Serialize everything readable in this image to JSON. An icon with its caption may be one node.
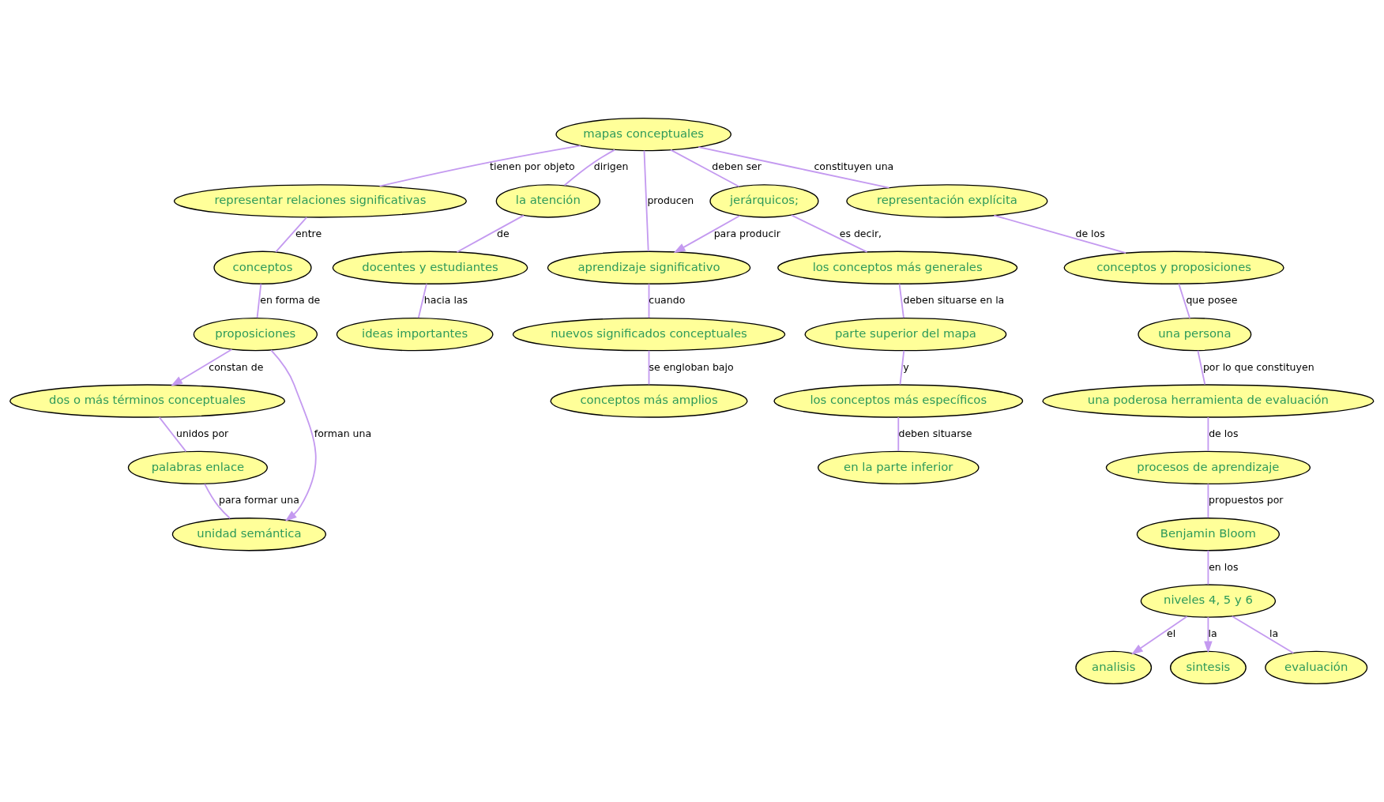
{
  "diagram": {
    "nodes": [
      {
        "text": [
          "mapas conceptuales"
        ]
      },
      {
        "text": [
          "representar relaciones significativas"
        ]
      },
      {
        "text": [
          "la atención"
        ]
      },
      {
        "text": [
          "aprendizaje significativo"
        ]
      },
      {
        "text": [
          "jerárquicos;"
        ]
      },
      {
        "text": [
          "representación explícita"
        ]
      },
      {
        "text": [
          "conceptos"
        ]
      },
      {
        "text": [
          "docentes y estudiantes"
        ]
      },
      {
        "text": [
          "nuevos significados conceptuales"
        ]
      },
      {
        "text": [
          "los conceptos más generales"
        ]
      },
      {
        "text": [
          "conceptos y proposiciones"
        ]
      },
      {
        "text": [
          "ideas importantes"
        ]
      },
      {
        "text": [
          "conceptos más amplios"
        ]
      },
      {
        "text": [
          "parte superior del mapa"
        ]
      },
      {
        "text": [
          "una persona"
        ]
      },
      {
        "text": [
          "proposiciones"
        ]
      },
      {
        "text": [
          "dos o más términos conceptuales"
        ]
      },
      {
        "text": [
          "los conceptos más específicos"
        ]
      },
      {
        "text": [
          "una poderosa herramienta de evaluación"
        ]
      },
      {
        "text": [
          "palabras enlace"
        ]
      },
      {
        "text": [
          "en la parte inferior"
        ]
      },
      {
        "text": [
          "procesos de aprendizaje"
        ]
      },
      {
        "text": [
          "unidad semántica"
        ]
      },
      {
        "text": [
          "Benjamin Bloom"
        ]
      },
      {
        "text": [
          "niveles 4, 5 y 6"
        ]
      },
      {
        "text": [
          "analisis"
        ]
      },
      {
        "text": [
          "sintesis"
        ]
      },
      {
        "text": [
          "evaluación"
        ]
      }
    ],
    "edges": [
      {
        "from": 0,
        "to": 1,
        "arrow": "none",
        "label": "tienen por objeto"
      },
      {
        "from": 0,
        "to": 2,
        "arrow": "none",
        "label": "dirigen"
      },
      {
        "from": 0,
        "to": 3,
        "arrow": "none",
        "label": "producen"
      },
      {
        "from": 0,
        "to": 4,
        "arrow": "none",
        "label": "deben ser"
      },
      {
        "from": 0,
        "to": 5,
        "arrow": "none",
        "label": "constituyen una"
      },
      {
        "from": 1,
        "to": 6,
        "arrow": "none",
        "label": "entre"
      },
      {
        "from": 2,
        "to": 7,
        "arrow": "none",
        "label": "de"
      },
      {
        "from": 4,
        "to": 3,
        "arrow": "to",
        "label": "para producir"
      },
      {
        "from": 3,
        "to": 8,
        "arrow": "none",
        "label": "cuando"
      },
      {
        "from": 4,
        "to": 9,
        "arrow": "none",
        "label": "es decir,"
      },
      {
        "from": 5,
        "to": 10,
        "arrow": "none",
        "label": "de los"
      },
      {
        "from": 7,
        "to": 11,
        "arrow": "none",
        "label": "hacia las"
      },
      {
        "from": 8,
        "to": 12,
        "arrow": "none",
        "label": "se engloban bajo"
      },
      {
        "from": 9,
        "to": 13,
        "arrow": "none",
        "label": "deben situarse en la"
      },
      {
        "from": 10,
        "to": 14,
        "arrow": "none",
        "label": "que posee"
      },
      {
        "from": 6,
        "to": 15,
        "arrow": "none",
        "label": "en forma de"
      },
      {
        "from": 15,
        "to": 16,
        "arrow": "to",
        "label": "constan de"
      },
      {
        "from": 13,
        "to": 17,
        "arrow": "none",
        "label": "y"
      },
      {
        "from": 14,
        "to": 18,
        "arrow": "none",
        "label": "por lo que constituyen"
      },
      {
        "from": 16,
        "to": 19,
        "arrow": "none",
        "label": "unidos por"
      },
      {
        "from": 17,
        "to": 20,
        "arrow": "none",
        "label": "deben situarse"
      },
      {
        "from": 18,
        "to": 21,
        "arrow": "none",
        "label": "de los"
      },
      {
        "from": 15,
        "to": 22,
        "arrow": "to",
        "label": "forman una"
      },
      {
        "from": 19,
        "to": 22,
        "arrow": "none",
        "label": "para formar una"
      },
      {
        "from": 21,
        "to": 23,
        "arrow": "none",
        "label": "propuestos por"
      },
      {
        "from": 23,
        "to": 24,
        "arrow": "none",
        "label": "en los"
      },
      {
        "from": 24,
        "to": 25,
        "arrow": "to",
        "label": "el"
      },
      {
        "from": 24,
        "to": 26,
        "arrow": "to",
        "label": "la"
      },
      {
        "from": 24,
        "to": 27,
        "arrow": "none",
        "label": "la"
      }
    ]
  }
}
